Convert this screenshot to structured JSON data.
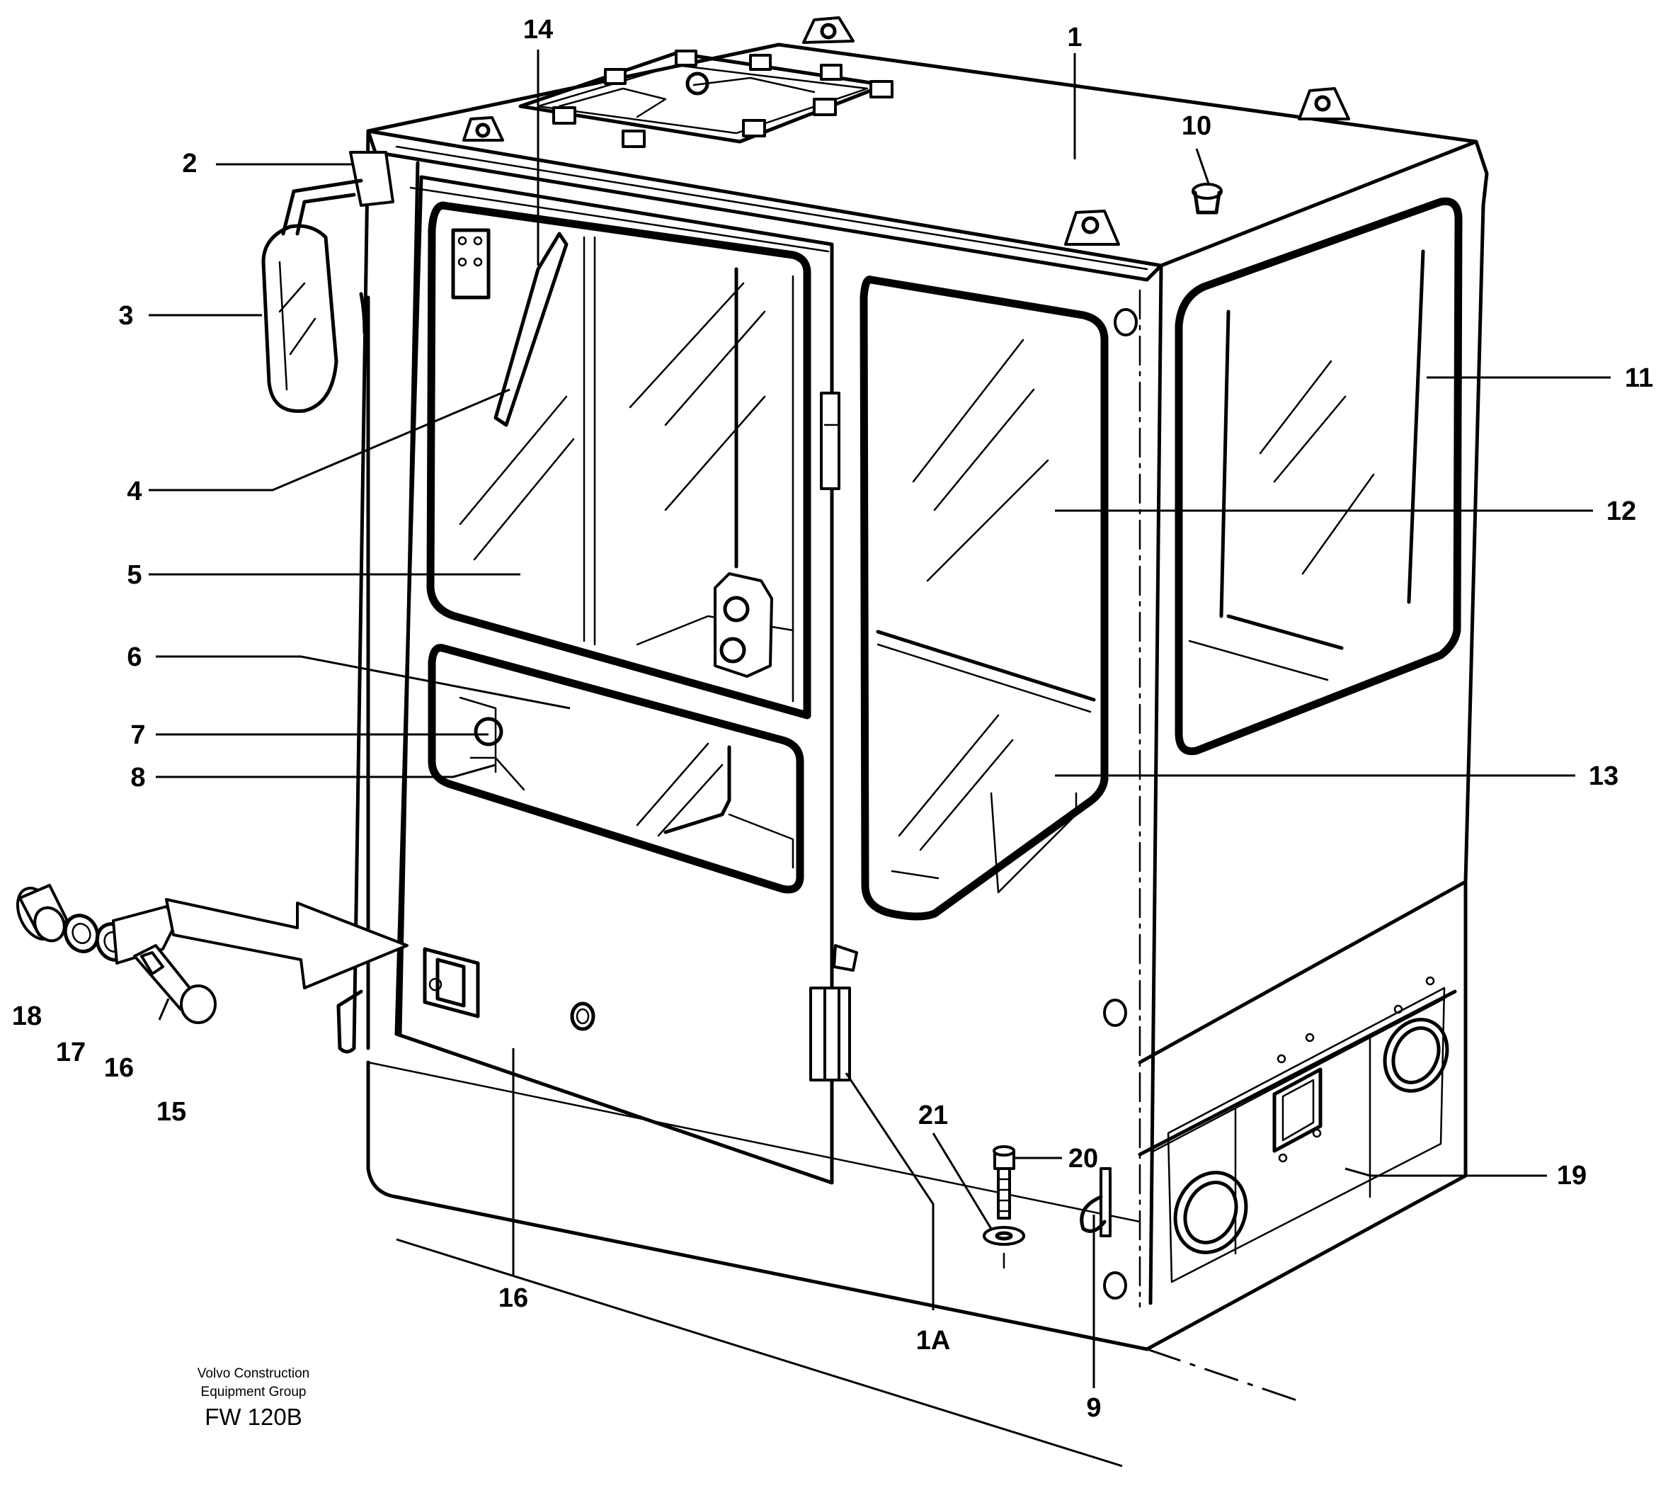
{
  "figure": {
    "callouts": [
      {
        "id": "c1",
        "text": "1"
      },
      {
        "id": "c1A",
        "text": "1A"
      },
      {
        "id": "c2",
        "text": "2"
      },
      {
        "id": "c3",
        "text": "3"
      },
      {
        "id": "c4",
        "text": "4"
      },
      {
        "id": "c5",
        "text": "5"
      },
      {
        "id": "c6",
        "text": "6"
      },
      {
        "id": "c7",
        "text": "7"
      },
      {
        "id": "c8",
        "text": "8"
      },
      {
        "id": "c9",
        "text": "9"
      },
      {
        "id": "c10",
        "text": "10"
      },
      {
        "id": "c11",
        "text": "11"
      },
      {
        "id": "c12",
        "text": "12"
      },
      {
        "id": "c13",
        "text": "13"
      },
      {
        "id": "c14",
        "text": "14"
      },
      {
        "id": "c15",
        "text": "15"
      },
      {
        "id": "c16a",
        "text": "16"
      },
      {
        "id": "c16b",
        "text": "16"
      },
      {
        "id": "c17",
        "text": "17"
      },
      {
        "id": "c18",
        "text": "18"
      },
      {
        "id": "c19",
        "text": "19"
      },
      {
        "id": "c20",
        "text": "20"
      },
      {
        "id": "c21",
        "text": "21"
      }
    ],
    "footer": {
      "line1": "Volvo Construction",
      "line2": "Equipment Group",
      "code": "FW 120B"
    }
  }
}
